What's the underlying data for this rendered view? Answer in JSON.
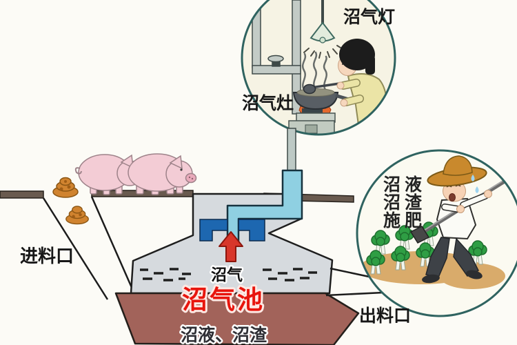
{
  "labels": {
    "lamp": "沼气灯",
    "stove": "沼气灶",
    "inlet": "进料口",
    "outlet": "出料口",
    "gas": "沼气",
    "pool": "沼气池",
    "slurry": "沼液、沼渣",
    "fert": {
      "l1": "沼液",
      "l2": "沼渣",
      "l3": "施肥"
    }
  },
  "colors": {
    "pool_text": "#e8150d",
    "arrow": "#d8362a",
    "pipe": "#8fd0e2",
    "gas_collector": "#1d67b0",
    "ground_band": "#695a4f",
    "digestate": "#a2635a",
    "dome": "#d6dade",
    "circle_stroke": "#2f6360",
    "pig_pink": "#f3ccd5",
    "dung_orange": "#d0832f",
    "flame_orange": "#e4692e",
    "veg_green": "#2f9e44",
    "soil_tan": "#d9ab6b"
  }
}
